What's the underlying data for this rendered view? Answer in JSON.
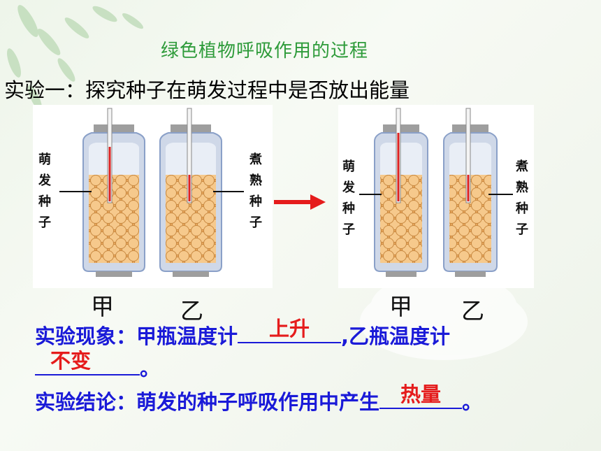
{
  "title": "绿色植物呼吸作用的过程",
  "subtitle": "实验一：探究种子在萌发过程中是否放出能量",
  "left_panel": {
    "label_left": [
      "萌",
      "发",
      "种",
      "子"
    ],
    "label_right": [
      "煮",
      "熟",
      "种",
      "子"
    ]
  },
  "right_panel": {
    "label_left": [
      "萌",
      "发",
      "种",
      "子"
    ],
    "label_right": [
      "煮",
      "熟",
      "种",
      "子"
    ]
  },
  "jar_names": {
    "left_jia": "甲",
    "left_yi": "乙",
    "right_jia": "甲",
    "right_yi": "乙"
  },
  "observation": {
    "prefix": "实验现象：甲瓶温度计",
    "answer1": "上升",
    "middle": ",乙瓶温度计",
    "answer2": "不变",
    "suffix": "。"
  },
  "conclusion": {
    "prefix": "实验结论：萌发的种子呼吸作用中产生",
    "answer": "热量",
    "suffix": "。"
  },
  "colors": {
    "title": "#2e9b3a",
    "text_blue": "#1a1ad8",
    "answer_red": "#e51c1c",
    "arrow": "#e51c1c"
  }
}
